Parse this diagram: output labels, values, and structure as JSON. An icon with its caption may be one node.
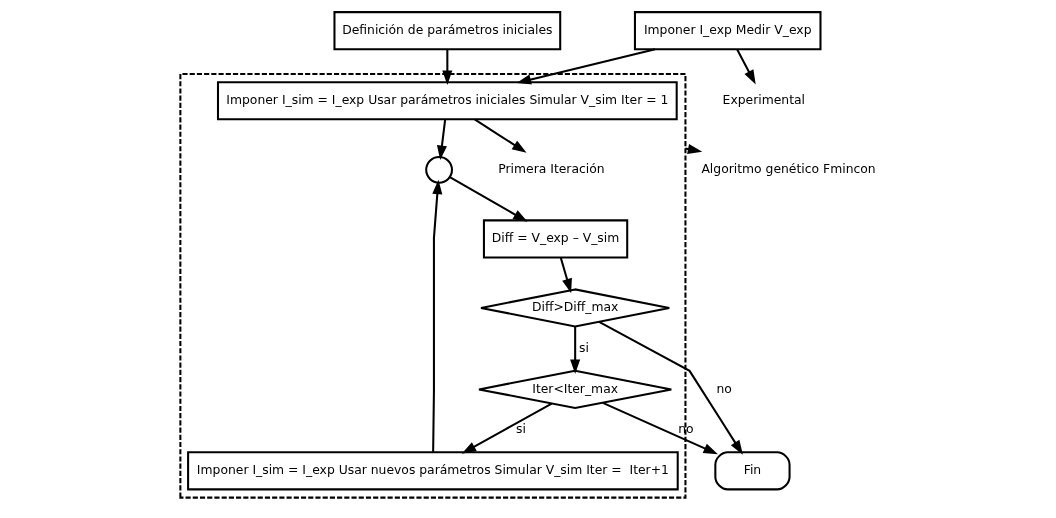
{
  "diagram": {
    "nodes": [
      {
        "text": [
          "Definición de parámetros iniciales"
        ]
      },
      {
        "text": [
          "Imponer I_exp Medir V_exp"
        ]
      },
      {
        "text": [
          "Experimental"
        ]
      },
      {
        "text": [],
        "shape": "box"
      },
      {
        "text": [
          "Imponer I_sim = I_exp Usar parámetros iniciales Simular V_sim Iter = 1"
        ],
        "in": 3
      },
      {
        "text": [
          "Primera Iteración"
        ],
        "in": 3
      },
      {
        "text": [],
        "shape": "circle",
        "in": 3
      },
      {
        "text": [
          "Diff = V_exp – V_sim"
        ],
        "in": 3
      },
      {
        "text": [
          "Algoritmo genético Fmincon"
        ]
      },
      {
        "text": [
          "Imponer I_sim = I_exp Usar nuevos parámetros Simular V_sim Iter =  Iter+1"
        ],
        "in": 3
      },
      {
        "text": [
          "Diff>Diff_max"
        ],
        "in": 3
      },
      {
        "text": [
          "Iter<Iter_max"
        ],
        "in": 3
      },
      {
        "text": [
          "Fin"
        ]
      }
    ],
    "edges": [
      {
        "from": 1,
        "to": 2,
        "arrow": "to"
      },
      {
        "from": 1,
        "to": 4,
        "arrow": "to"
      },
      {
        "from": 0,
        "to": 4,
        "arrow": "to"
      },
      {
        "from": 4,
        "to": 5,
        "arrow": "to"
      },
      {
        "from": 4,
        "to": 6,
        "arrow": "to"
      },
      {
        "from": 9,
        "to": 6,
        "arrow": "to"
      },
      {
        "from": 6,
        "to": 7,
        "arrow": "to"
      },
      {
        "from": 7,
        "to": 10,
        "arrow": "to"
      },
      {
        "from": 10,
        "to": 11,
        "arrow": "to",
        "label": "si"
      },
      {
        "from": 10,
        "to": 12,
        "arrow": "to",
        "label": "no"
      },
      {
        "from": 11,
        "to": 9,
        "arrow": "to",
        "label": "si"
      },
      {
        "from": 11,
        "to": 12,
        "arrow": "to",
        "label": "no"
      },
      {
        "from": 3,
        "to": 8,
        "arrow": "to"
      }
    ]
  }
}
